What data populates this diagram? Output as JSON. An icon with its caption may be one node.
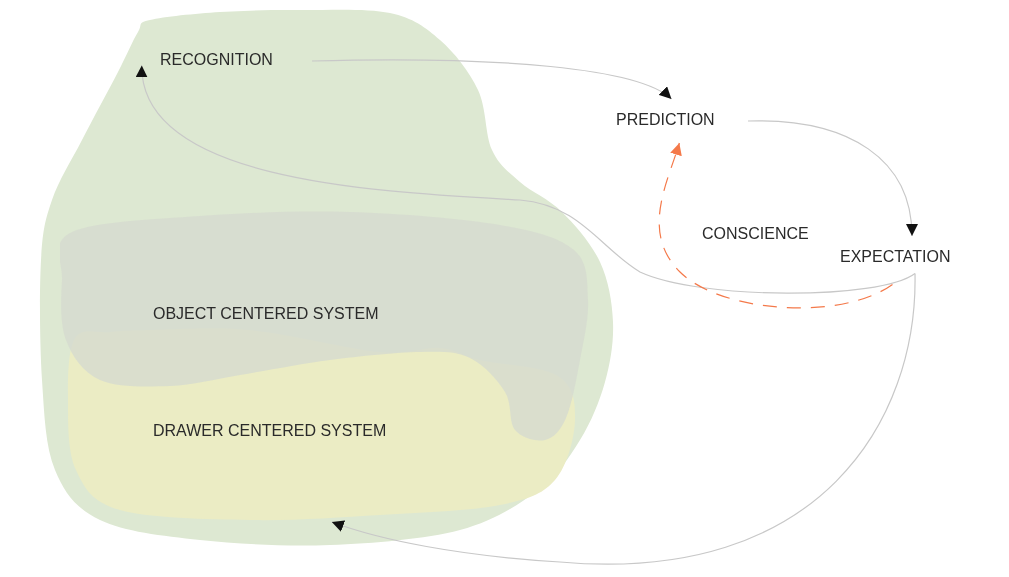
{
  "diagram": {
    "nodes": [
      {
        "text": [],
        "shape": "blob"
      },
      {
        "text": [
          "RECOGNITION"
        ],
        "in": 0
      },
      {
        "text": [
          "PREDICTION"
        ]
      },
      {
        "text": [
          "EXPECTATION"
        ]
      },
      {
        "text": [
          "OBJECT CENTERED SYSTEM"
        ],
        "in": 0
      },
      {
        "text": [
          "DRAWER CENTERED SYSTEM"
        ],
        "in": 0
      }
    ],
    "edges": [
      {
        "from": 1,
        "to": 2,
        "arrow": "to"
      },
      {
        "from": 2,
        "to": 3,
        "arrow": "to"
      },
      {
        "from": 3,
        "to": 1,
        "arrow": "to"
      },
      {
        "from": 3,
        "to": 5,
        "arrow": "to"
      },
      {
        "from": 3,
        "to": 2,
        "arrow": "to",
        "label": "CONSCIENCE",
        "style": "dashed",
        "color": "#f4794a"
      }
    ]
  }
}
